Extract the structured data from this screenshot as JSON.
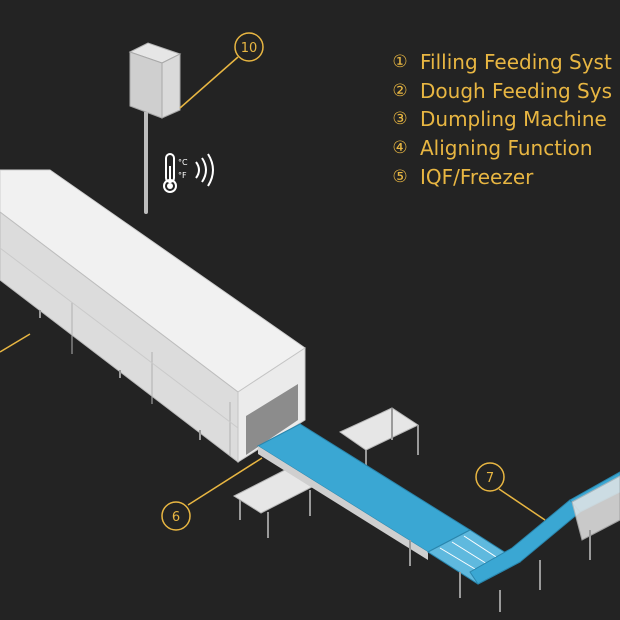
{
  "legend": [
    {
      "num": "①",
      "label": "Filling Feeding Syst"
    },
    {
      "num": "②",
      "label": "Dough Feeding Sys"
    },
    {
      "num": "③",
      "label": "Dumpling Machine"
    },
    {
      "num": "④",
      "label": "Aligning Function"
    },
    {
      "num": "⑤",
      "label": "IQF/Freezer"
    }
  ],
  "callouts": {
    "c10": "10",
    "c6": "6",
    "c7": "7"
  },
  "sensor_icon": {
    "units": "°C/°F",
    "icon": "thermometer-wireless-icon"
  },
  "colors": {
    "background": "#232323",
    "accent": "#e8b642",
    "belt": "#3aa7d3",
    "metal": "#e4e4e4"
  }
}
